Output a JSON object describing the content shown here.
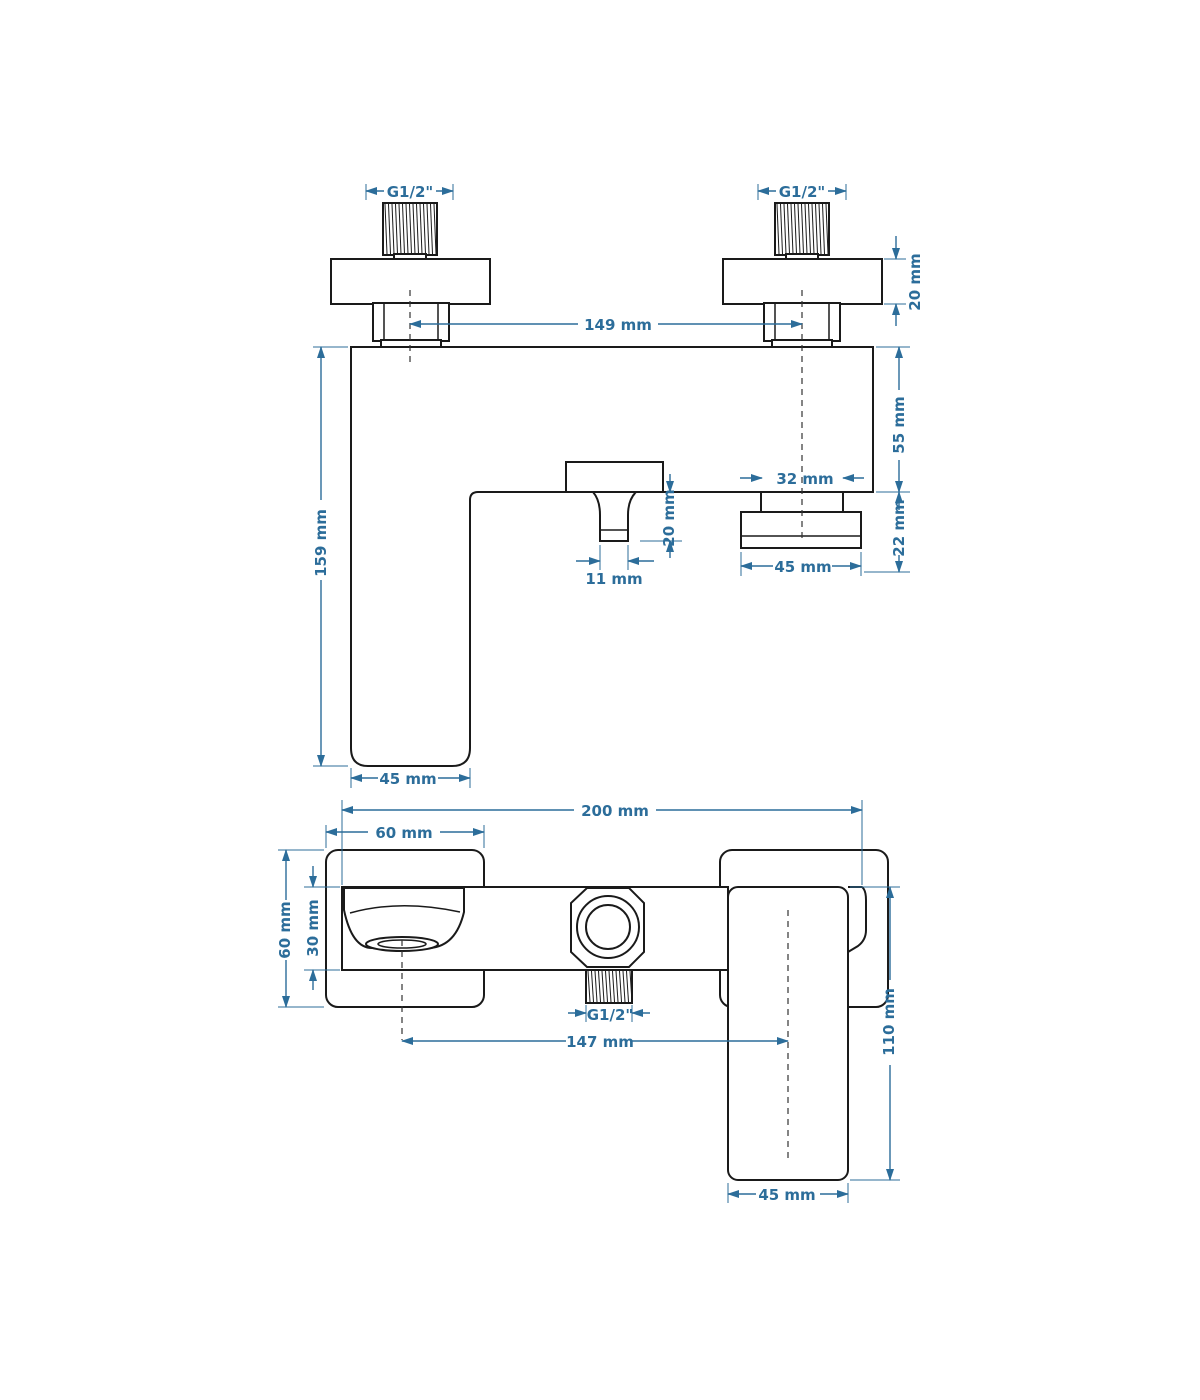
{
  "colors": {
    "dimension": "#2c6d9a",
    "outline": "#1a1a1a",
    "background": "#ffffff"
  },
  "labels": {
    "thread_left": "G1/2\"",
    "thread_right": "G1/2\"",
    "flange_height": "20 mm",
    "inlet_spacing": "149 mm",
    "body_height": "55 mm",
    "total_height": "159 mm",
    "cartridge_width": "32 mm",
    "diverter_height": "20 mm",
    "handle_height": "22 mm",
    "diverter_width": "11 mm",
    "handle_width": "45 mm",
    "spout_width": "45 mm",
    "total_width": "200 mm",
    "flange_width": "60 mm",
    "flange_depth": "60 mm",
    "spout_depth": "30 mm",
    "thread_bottom": "G1/2\"",
    "spout_to_handle": "147 mm",
    "handle_length": "110 mm",
    "handle_width_bottom": "45 mm"
  }
}
